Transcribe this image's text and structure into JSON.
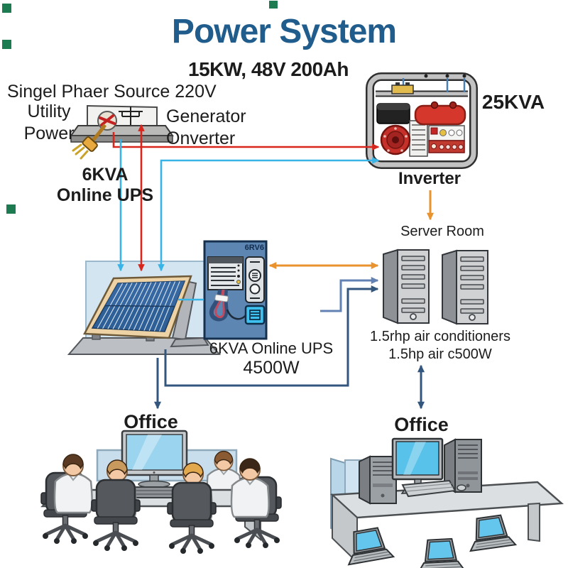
{
  "title": "Power System",
  "subtitle": "15KW, 48V 200Ah",
  "labels": {
    "source": "Singel Phaer Source 220V",
    "utility_line1": "Utility",
    "utility_line2": "Power",
    "generator_line1": "Generator",
    "generator_line2": "Onverter",
    "generator_rating": "25KVA",
    "ups_side_line1": "6KVA",
    "ups_side_line2": "Online UPS",
    "inverter": "Inverter",
    "server_room": "Server Room",
    "ups_model": "6RV6",
    "ups_main_line1": "6KVA Online UPS",
    "ups_main_line2": "4500W",
    "ac_line1": "1.5rhp air conditioners",
    "ac_line2": "1.5hp air c500W",
    "office_left": "Office",
    "office_right": "Office"
  },
  "colors": {
    "title_blue": "#205d8c",
    "utility_line_red": "#d9261c",
    "solar_line_cyan": "#39b4e6",
    "inverter_line_orange": "#e9932f",
    "ups_line_blue": "#6282b4",
    "load_line_navy": "#33567e",
    "corner_marker_green": "#1d7b52"
  },
  "connections": [
    {
      "from": "utility-outlet",
      "to": "generator",
      "color": "red",
      "arrows": "end"
    },
    {
      "from": "utility-outlet",
      "to": "solar-panel",
      "color": "red",
      "arrows": "both"
    },
    {
      "from": "utility-outlet",
      "to": "solar-panel",
      "color": "cyan",
      "arrows": "end"
    },
    {
      "from": "solar-panel",
      "to": "generator",
      "color": "cyan",
      "arrows": "both"
    },
    {
      "from": "solar-panel",
      "to": "ups",
      "color": "cyan",
      "arrows": "none"
    },
    {
      "from": "inverter",
      "to": "server-room",
      "color": "orange",
      "arrows": "end"
    },
    {
      "from": "ups",
      "to": "server-rack",
      "color": "orange",
      "arrows": "both"
    },
    {
      "from": "ups-area",
      "to": "server-rack",
      "color": "medium-blue",
      "arrows": "end"
    },
    {
      "from": "solar-platform",
      "to": "server-rack",
      "color": "navy",
      "arrows": "end"
    },
    {
      "from": "solar-platform",
      "to": "office-left",
      "color": "navy",
      "arrows": "end"
    },
    {
      "from": "air-conditioners",
      "to": "office-right",
      "color": "navy",
      "arrows": "both"
    }
  ]
}
